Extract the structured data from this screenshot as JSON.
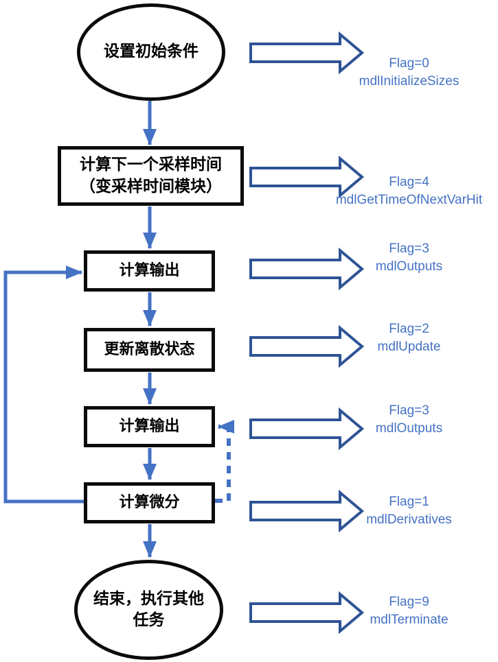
{
  "flowchart": {
    "title": "S-Function simulation loop flowchart",
    "nodes": [
      {
        "id": "start",
        "shape": "ellipse",
        "label": "设置初始条件"
      },
      {
        "id": "next-sample-time",
        "shape": "rect",
        "label": "计算下一个采样时间\n（变采样时间模块）"
      },
      {
        "id": "outputs-1",
        "shape": "rect",
        "label": "计算输出"
      },
      {
        "id": "update-states",
        "shape": "rect",
        "label": "更新离散状态"
      },
      {
        "id": "outputs-2",
        "shape": "rect",
        "label": "计算输出"
      },
      {
        "id": "derivatives",
        "shape": "rect",
        "label": "计算微分"
      },
      {
        "id": "end",
        "shape": "ellipse",
        "label": "结束，执行其他\n任务"
      }
    ],
    "annotations": [
      {
        "flag": "Flag=0",
        "fn": "mdlInitializeSizes"
      },
      {
        "flag": "Flag=4",
        "fn": "mdlGetTimeOfNextVarHit"
      },
      {
        "flag": "Flag=3",
        "fn": "mdlOutputs"
      },
      {
        "flag": "Flag=2",
        "fn": "mdlUpdate"
      },
      {
        "flag": "Flag=3",
        "fn": "mdlOutputs"
      },
      {
        "flag": "Flag=1",
        "fn": "mdlDerivatives"
      },
      {
        "flag": "Flag=9",
        "fn": "mdlTerminate"
      }
    ],
    "colors": {
      "connector_blue": "#4472C4",
      "block_arrow_outline": "#2E5395",
      "shape_stroke": "#0b0b0b",
      "annotation_text": "#4472C4"
    }
  }
}
